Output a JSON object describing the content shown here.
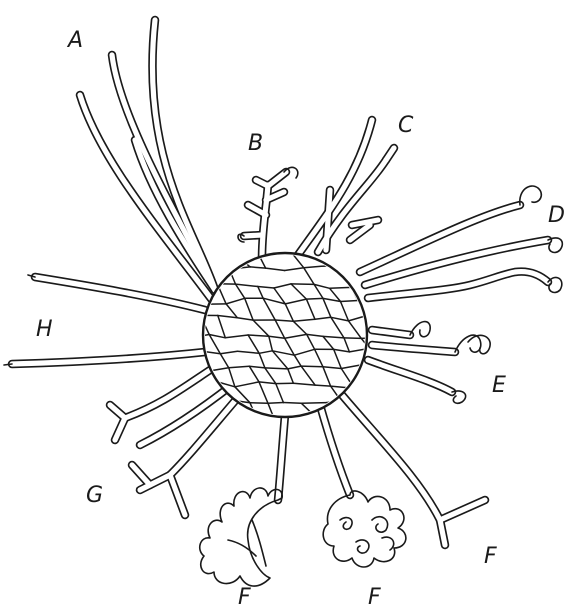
{
  "figure": {
    "labels": {
      "a": "A",
      "b": "B",
      "c": "C",
      "d": "D",
      "e": "E",
      "f1": "F",
      "f2": "F",
      "f3": "F",
      "g": "G",
      "h": "H"
    }
  },
  "colors": {
    "ink": "#1a1a1a",
    "paper": "#ffffff"
  }
}
